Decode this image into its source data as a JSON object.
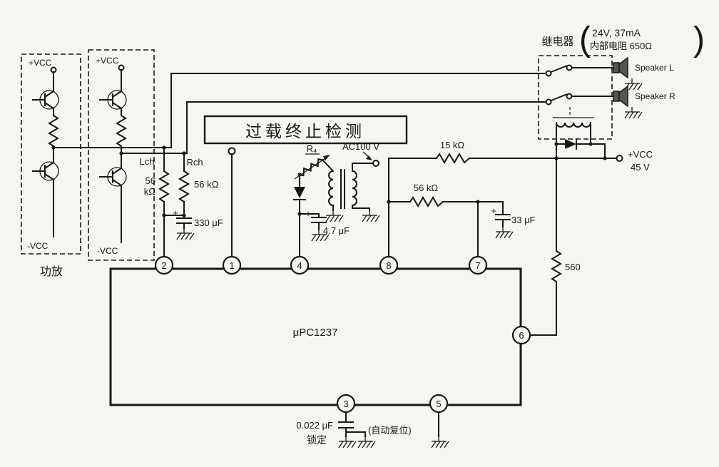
{
  "detector": {
    "title": "过载终止检测"
  },
  "ic": {
    "name": "μPC1237"
  },
  "pins": {
    "p1": "1",
    "p2": "2",
    "p3": "3",
    "p4": "4",
    "p5": "5",
    "p6": "6",
    "p7": "7",
    "p8": "8"
  },
  "amp": {
    "label": "功放",
    "vcc1_top": "+VCC",
    "vcc1_bottom": "-VCC",
    "vcc2_top": "+VCC",
    "vcc2_bottom": "-VCC"
  },
  "channels": {
    "left": "Lch",
    "right": "Rch"
  },
  "components": {
    "r56k_left_l1": "56",
    "r56k_left_l2": "kΩ",
    "r56k_mid": "56 kΩ",
    "c330": "330 μF",
    "r4": "R₄",
    "ac": "AC100 V",
    "c47": "4.7 μF",
    "r15k": "15 kΩ",
    "r56k_right": "56 kΩ",
    "c33": "33 μF",
    "r560": "560",
    "c0022": "0.022 μF",
    "plus": "+"
  },
  "relay": {
    "label": "继电器",
    "spec1": "24V, 37mA",
    "spec2": "内部电阻 650Ω",
    "paren_open": "(",
    "paren_close": ")"
  },
  "speakers": {
    "left": "Speaker L",
    "right": "Speaker R"
  },
  "power": {
    "vcc": "+VCC",
    "vcc_value": "45 V"
  },
  "bottom": {
    "lock": "锁定",
    "auto_reset": "(自动复位)"
  }
}
